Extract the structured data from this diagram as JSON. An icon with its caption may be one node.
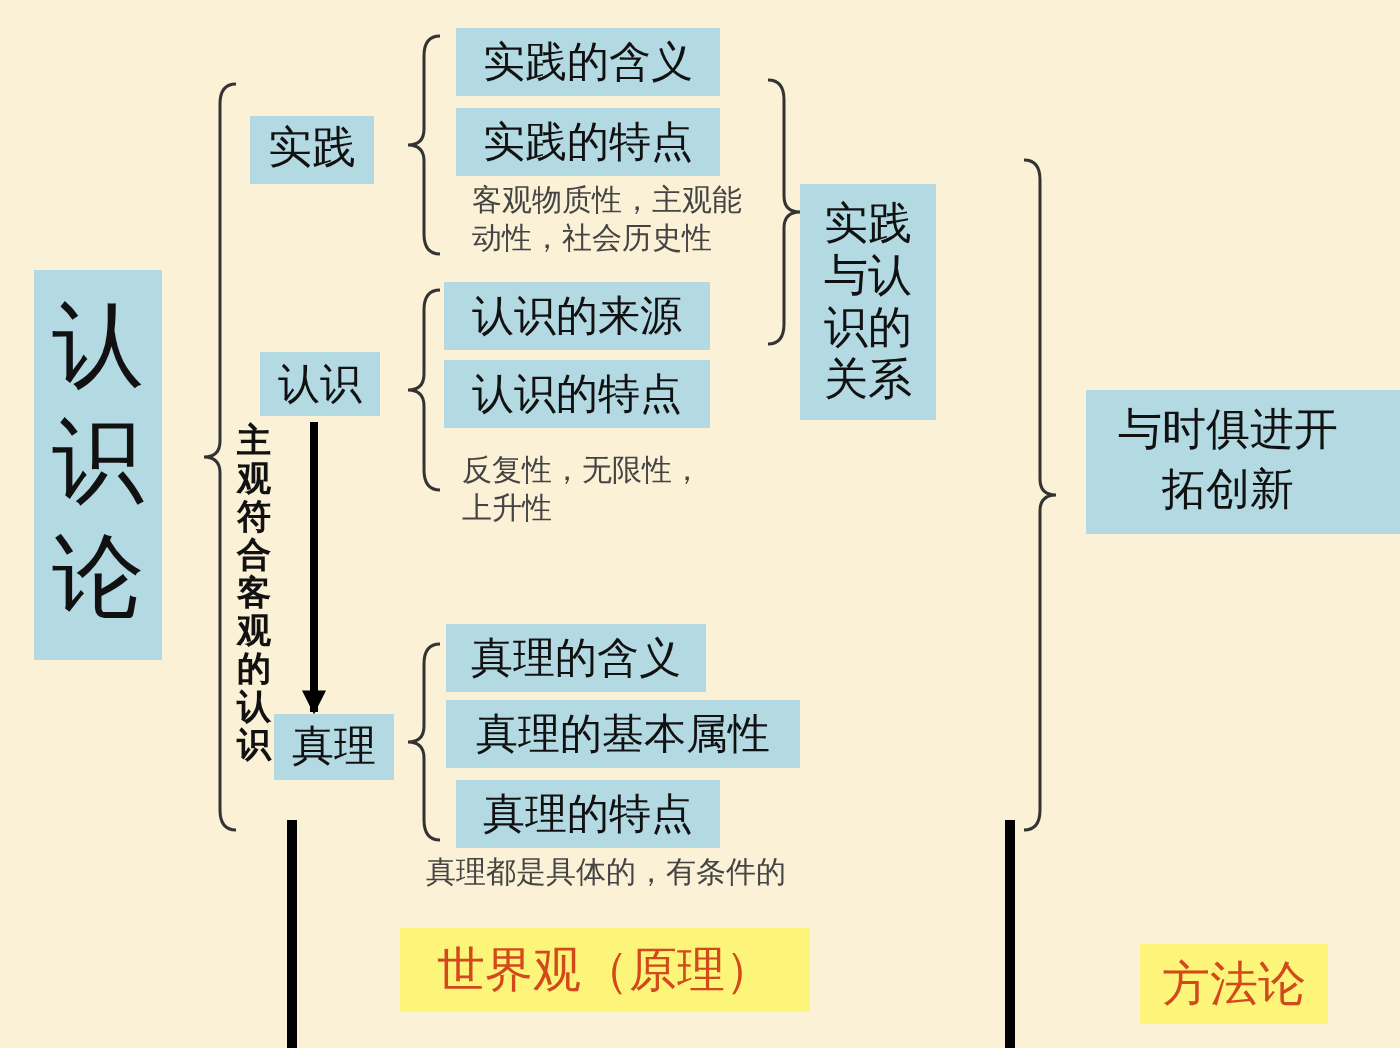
{
  "diagram": {
    "nodes": [
      {
        "text": [
          "认识论"
        ]
      },
      {
        "text": [
          "实践"
        ]
      },
      {
        "text": [
          "认识"
        ]
      },
      {
        "text": [
          "真理"
        ]
      },
      {
        "text": [
          "实践的含义"
        ]
      },
      {
        "text": [
          "实践的特点"
        ],
        "beside": [
          "客观物质性，主观能动性，社会历史性"
        ]
      },
      {
        "text": [
          "认识的来源"
        ]
      },
      {
        "text": [
          "认识的特点"
        ],
        "beside": [
          "反复性，无限性，上升性"
        ]
      },
      {
        "text": [
          "真理的含义"
        ]
      },
      {
        "text": [
          "真理的基本属性"
        ]
      },
      {
        "text": [
          "真理的特点"
        ],
        "beside": [
          "真理都是具体的，有条件的"
        ]
      },
      {
        "text": [
          "实践与认识的关系"
        ]
      },
      {
        "text": [
          "与时俱进开拓创新"
        ]
      },
      {
        "text": [
          "世界观（原理）"
        ]
      },
      {
        "text": [
          "方法论"
        ]
      }
    ],
    "edges": [
      {
        "from": 2,
        "to": 3,
        "arrow": "to"
      }
    ],
    "labels": [
      "主观符合客观的认识"
    ]
  }
}
